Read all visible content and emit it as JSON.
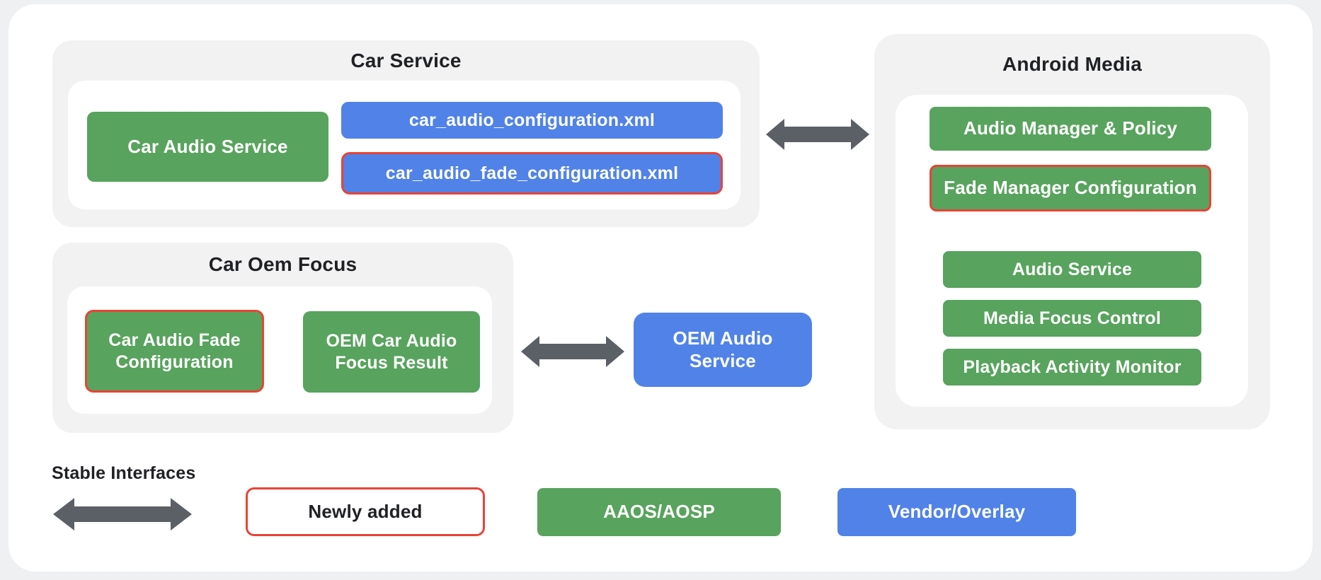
{
  "diagram": {
    "panels": {
      "car_service": {
        "title": "Car Service",
        "boxes": {
          "car_audio_service": "Car Audio Service",
          "car_audio_configuration_xml": "car_audio_configuration.xml",
          "car_audio_fade_configuration_xml": "car_audio_fade_configuration.xml"
        }
      },
      "android_media": {
        "title": "Android Media",
        "boxes": {
          "audio_manager_policy": "Audio Manager & Policy",
          "fade_manager_configuration": "Fade Manager Configuration",
          "audio_service": "Audio Service",
          "media_focus_control": "Media Focus Control",
          "playback_activity_monitor": "Playback Activity Monitor"
        }
      },
      "car_oem_focus": {
        "title": "Car Oem Focus",
        "boxes": {
          "car_audio_fade_configuration": "Car Audio Fade Configuration",
          "oem_car_audio_focus_result": "OEM Car Audio Focus Result"
        }
      }
    },
    "standalone": {
      "oem_audio_service": "OEM Audio Service"
    },
    "legend": {
      "stable_interfaces_label": "Stable Interfaces",
      "newly_added": "Newly added",
      "aaos_aosp": "AAOS/AOSP",
      "vendor_overlay": "Vendor/Overlay"
    },
    "colors": {
      "aaos_green": "#58a35d",
      "vendor_blue": "#5082e8",
      "newly_added_red": "#e94335",
      "arrow_gray": "#5b6066",
      "panel_gray": "#f2f2f3",
      "text_dark": "#202124"
    }
  }
}
